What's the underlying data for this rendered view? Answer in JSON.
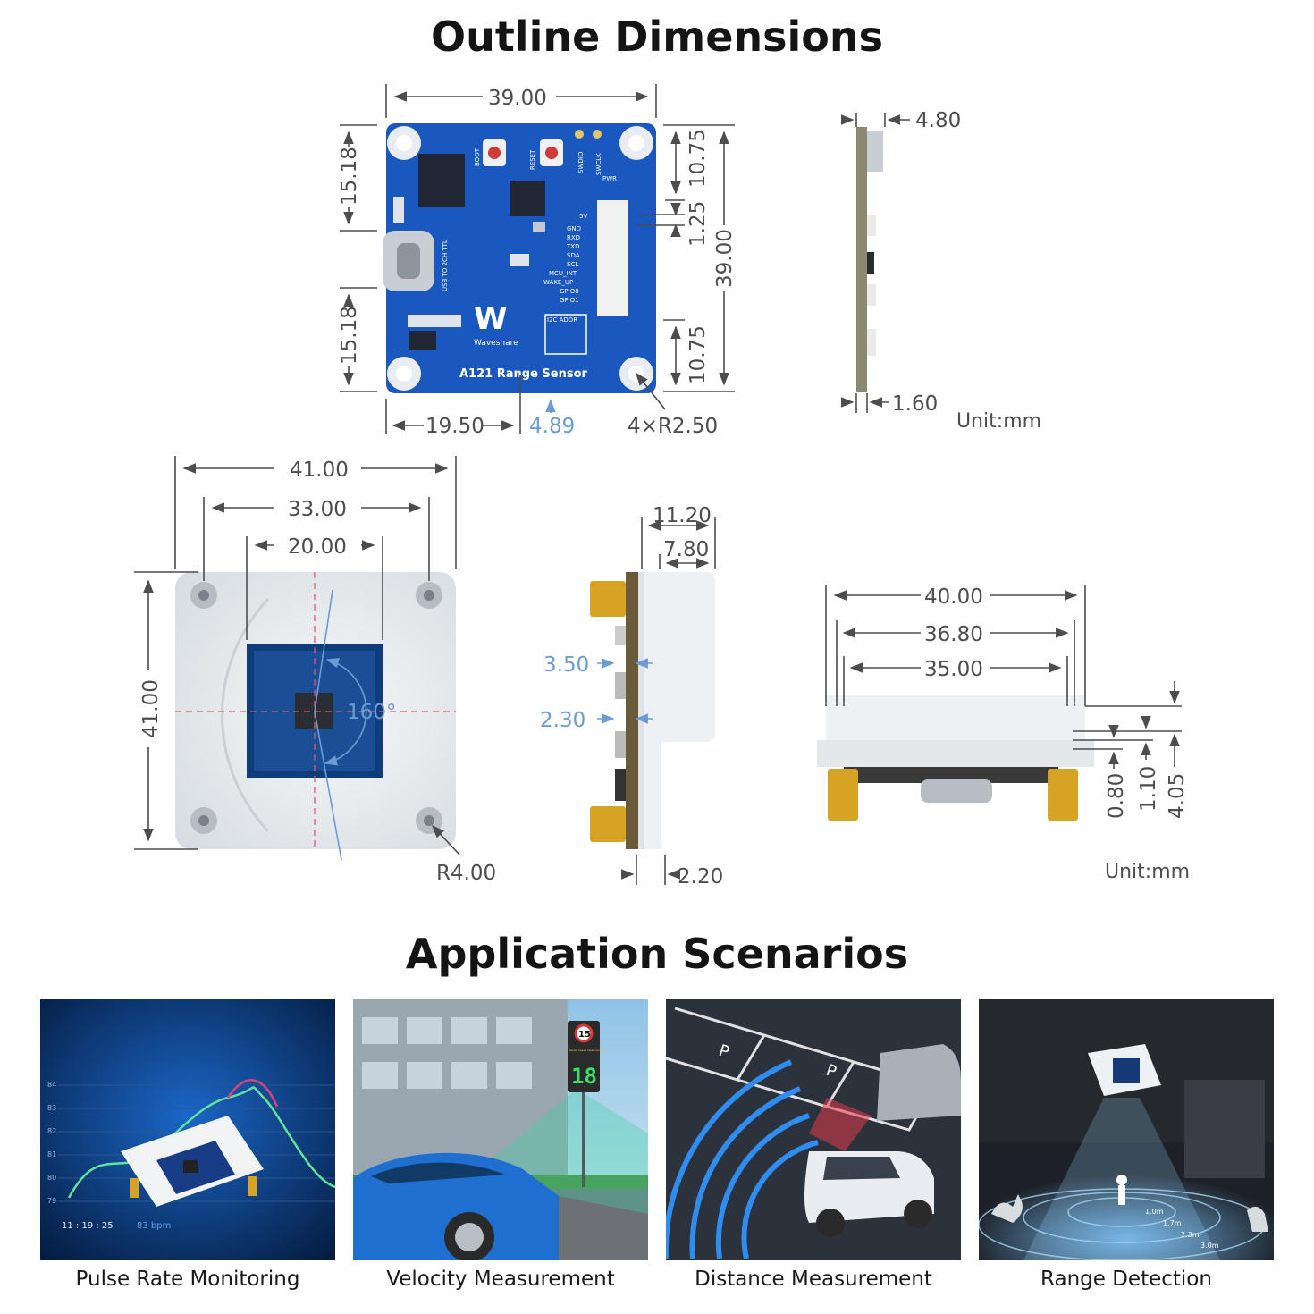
{
  "headings": {
    "outline": "Outline Dimensions",
    "applications": "Application Scenarios"
  },
  "board": {
    "label": "A121 Range Sensor",
    "brand": "Waveshare",
    "silk": {
      "boot": "BOOT",
      "reset": "RESET",
      "swdio": "SWDIO",
      "swclk": "SWCLK",
      "pwr": "PWR",
      "usb": "USB TO 2CH TTL",
      "i2c": "I2C ADDR",
      "pins": [
        "5V",
        "GND",
        "RXD",
        "TXD",
        "SDA",
        "SCL",
        "MCU_INT",
        "WAKE_UP",
        "GPIO0",
        "GPIO1"
      ]
    }
  },
  "dimensions": {
    "top_width": "39.00",
    "top_left_upper": "15.18",
    "top_left_lower": "15.18",
    "right_upper": "10.75",
    "right_mid": "1.25",
    "right_height": "39.00",
    "right_lower": "10.75",
    "bottom_left": "19.50",
    "bottom_hole": "4.89",
    "bottom_radius": "4×R2.50",
    "side_thickness": "4.80",
    "side_pcb": "1.60",
    "unit_top": "Unit:mm",
    "case_outer": "41.00",
    "case_mid": "33.00",
    "case_inner": "20.00",
    "case_height": "41.00",
    "case_angle": "160°",
    "case_radius": "R4.00",
    "profile_total": "11.20",
    "profile_cap": "7.80",
    "profile_a": "3.50",
    "profile_b": "2.30",
    "profile_base": "2.20",
    "front_outer": "40.00",
    "front_mid": "36.80",
    "front_inner": "35.00",
    "front_a": "0.80",
    "front_b": "1.10",
    "front_c": "4.05",
    "unit_bottom": "Unit:mm"
  },
  "scenarios": [
    {
      "caption": "Pulse Rate Monitoring",
      "time": "11 : 19 : 25",
      "bpm": "83 bpm",
      "ticks": [
        "84",
        "83",
        "82",
        "81",
        "80",
        "79"
      ]
    },
    {
      "caption": "Velocity Measurement",
      "speed_limit": "15",
      "sign_text": "Radar Speed Measurement",
      "speed": "18"
    },
    {
      "caption": "Distance Measurement",
      "bay": "P"
    },
    {
      "caption": "Range Detection",
      "ranges": [
        "1.0m",
        "1.7m",
        "2.3m",
        "3.0m"
      ]
    }
  ],
  "colors": {
    "pcb": "#1a58c0",
    "dim_blue": "#6d9bd4",
    "case": "#e8ecef"
  }
}
